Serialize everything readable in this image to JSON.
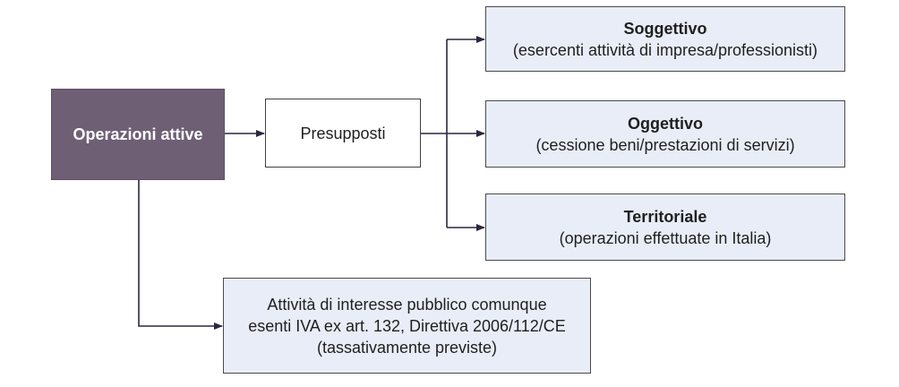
{
  "root": {
    "label": "Operazioni attive"
  },
  "presupposti": {
    "label": "Presupposti"
  },
  "soggettivo": {
    "title": "Soggettivo",
    "detail": "(esercenti attività di impresa/professionisti)"
  },
  "oggettivo": {
    "title": "Oggettivo",
    "detail": "(cessione beni/prestazioni di servizi)"
  },
  "territoriale": {
    "title": "Territoriale",
    "detail": "(operazioni effettuate in Italia)"
  },
  "attivita": {
    "line1": "Attività di interesse pubblico comunque",
    "line2": "esenti IVA ex art. 132, Direttiva 2006/112/CE",
    "line3": "(tassativamente previste)"
  },
  "colors": {
    "root_fill": "#6e5f75",
    "box_fill": "#e8edf7",
    "connector": "#2b2740"
  }
}
